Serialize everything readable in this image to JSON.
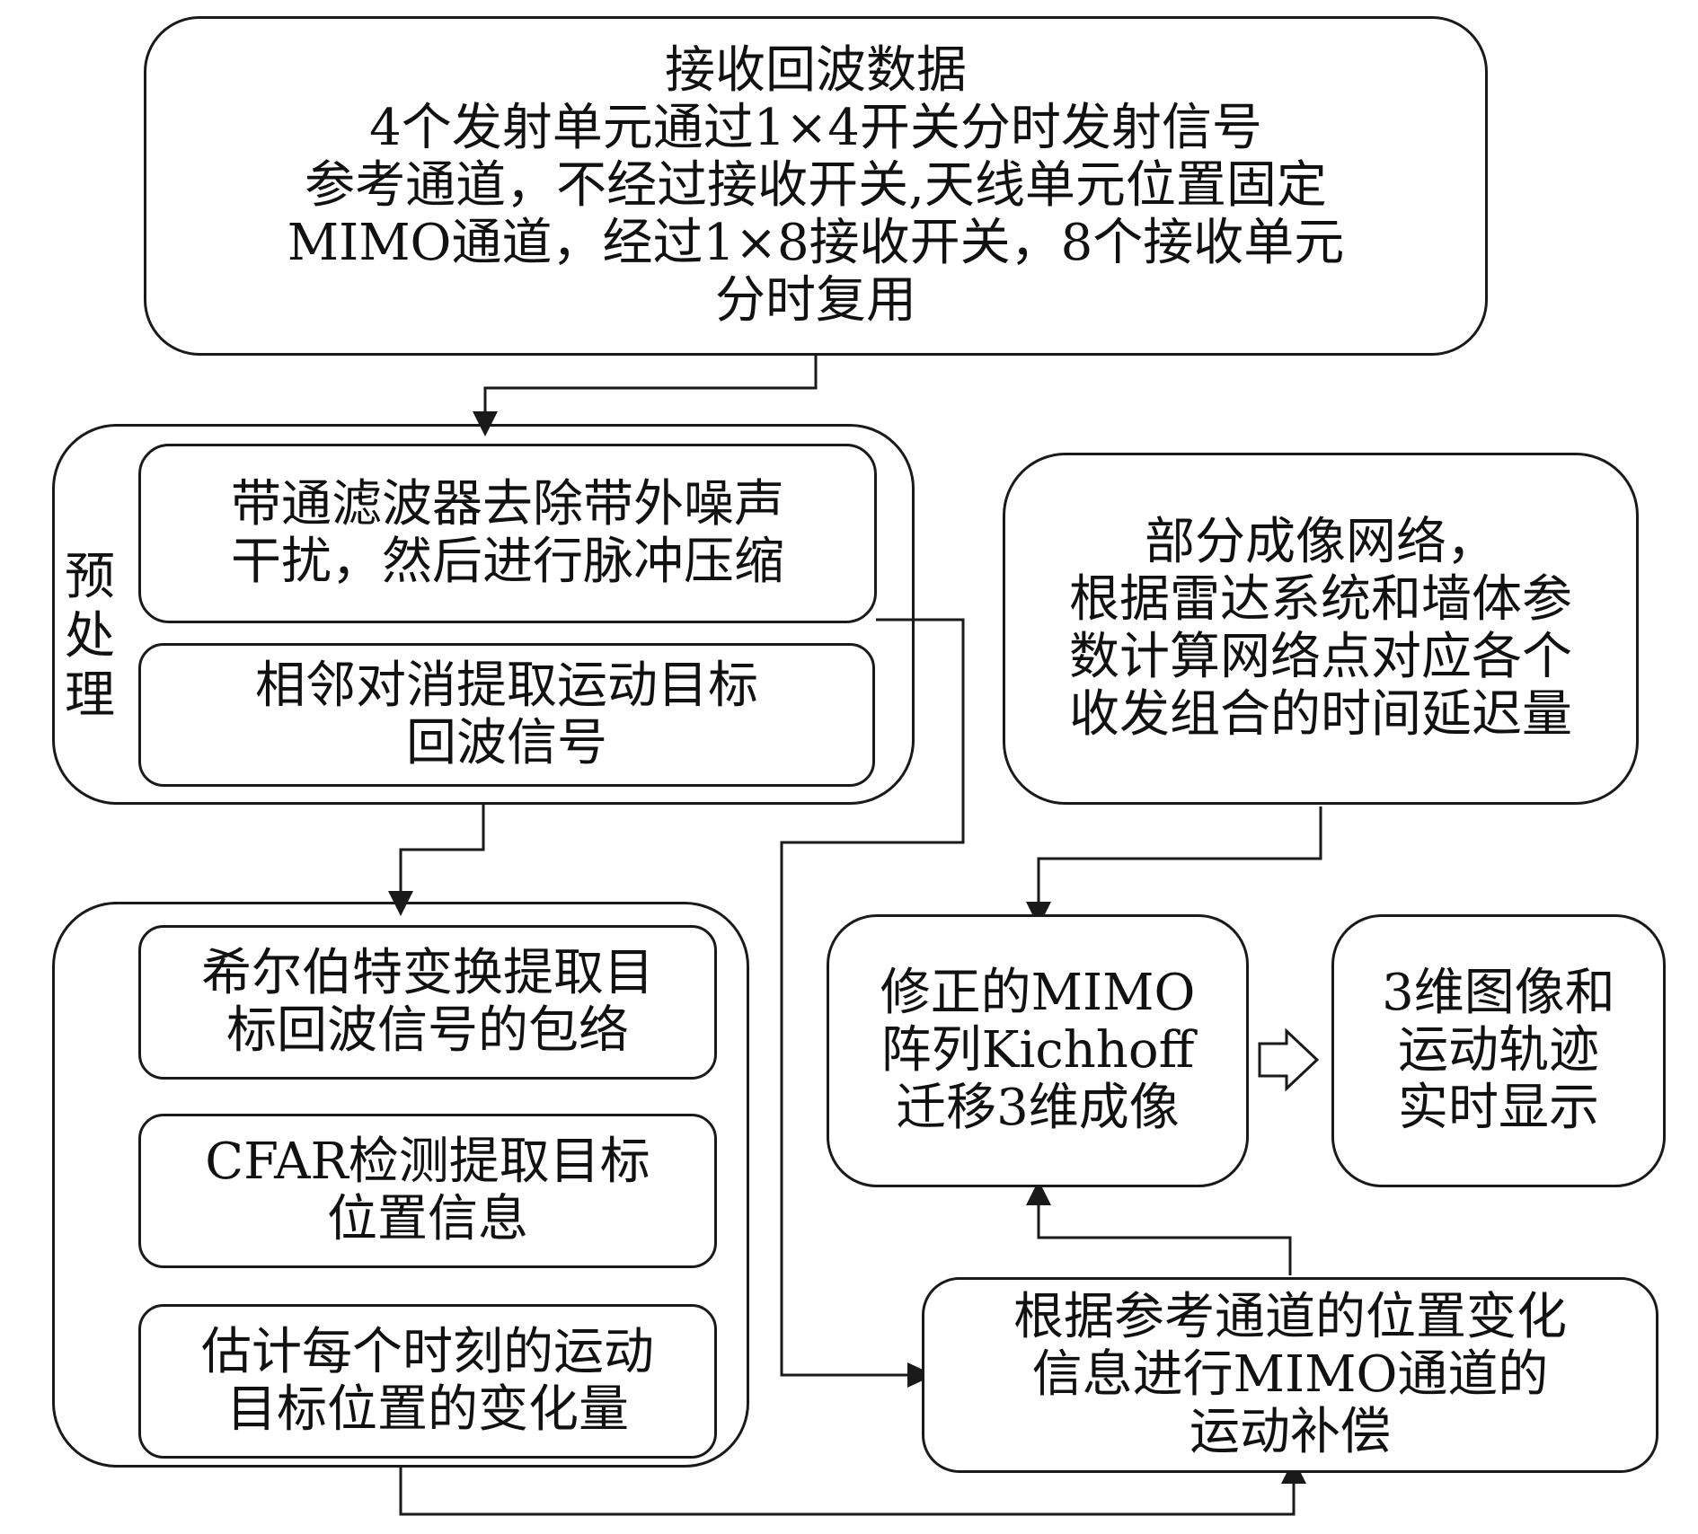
{
  "colors": {
    "stroke": "#1a1a1a",
    "text": "#111111",
    "background": "#ffffff"
  },
  "receive": {
    "lines": [
      "接收回波数据",
      "4个发射单元通过1×4开关分时发射信号",
      "参考通道，不经过接收开关,天线单元位置固定",
      "MIMO通道，经过1×8接收开关，8个接收单元",
      "分时复用"
    ]
  },
  "preprocess": {
    "label": [
      "预",
      "处",
      "理"
    ],
    "filter": {
      "lines": [
        "带通滤波器去除带外噪声",
        "干扰，然后进行脉冲压缩"
      ]
    },
    "cancel": {
      "lines": [
        "相邻对消提取运动目标",
        "回波信号"
      ]
    }
  },
  "estimation": {
    "hilbert": {
      "lines": [
        "希尔伯特变换提取目",
        "标回波信号的包络"
      ]
    },
    "cfar": {
      "lines": [
        "CFAR检测提取目标",
        "位置信息"
      ]
    },
    "delta": {
      "lines": [
        "估计每个时刻的运动",
        "目标位置的变化量"
      ]
    }
  },
  "grid": {
    "lines": [
      "部分成像网络，",
      "根据雷达系统和墙体参",
      "数计算网络点对应各个",
      "收发组合的时间延迟量"
    ]
  },
  "imaging": {
    "lines": [
      "修正的MIMO",
      "阵列Kichhoff",
      "迁移3维成像"
    ]
  },
  "display": {
    "lines": [
      "3维图像和",
      "运动轨迹",
      "实时显示"
    ]
  },
  "compensation": {
    "lines": [
      "根据参考通道的位置变化",
      "信息进行MIMO通道的",
      "运动补偿"
    ]
  }
}
